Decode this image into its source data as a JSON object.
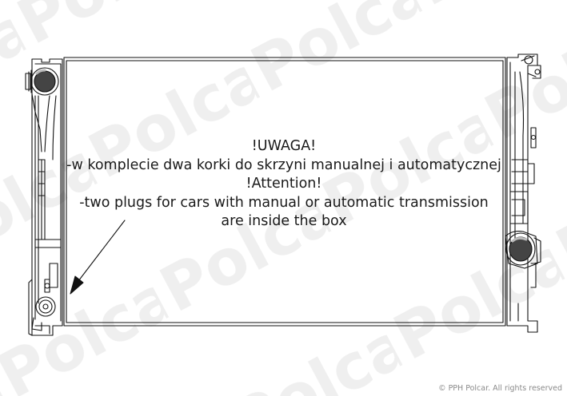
{
  "watermark": {
    "brand_text": "Polcar",
    "color": "#efefef"
  },
  "notice": {
    "line1": "!UWAGA!",
    "line2": "-w komplecie dwa korki do skrzyni manualnej i automatycznej",
    "line3": "!Attention!",
    "line4": "-two plugs for cars with manual or automatic transmission",
    "line5": "are inside the box"
  },
  "copyright": "© PPH Polcar. All rights reserved",
  "colors": {
    "line": "#111111",
    "text": "#1a1a1a",
    "copyright": "#8a8a8a"
  }
}
